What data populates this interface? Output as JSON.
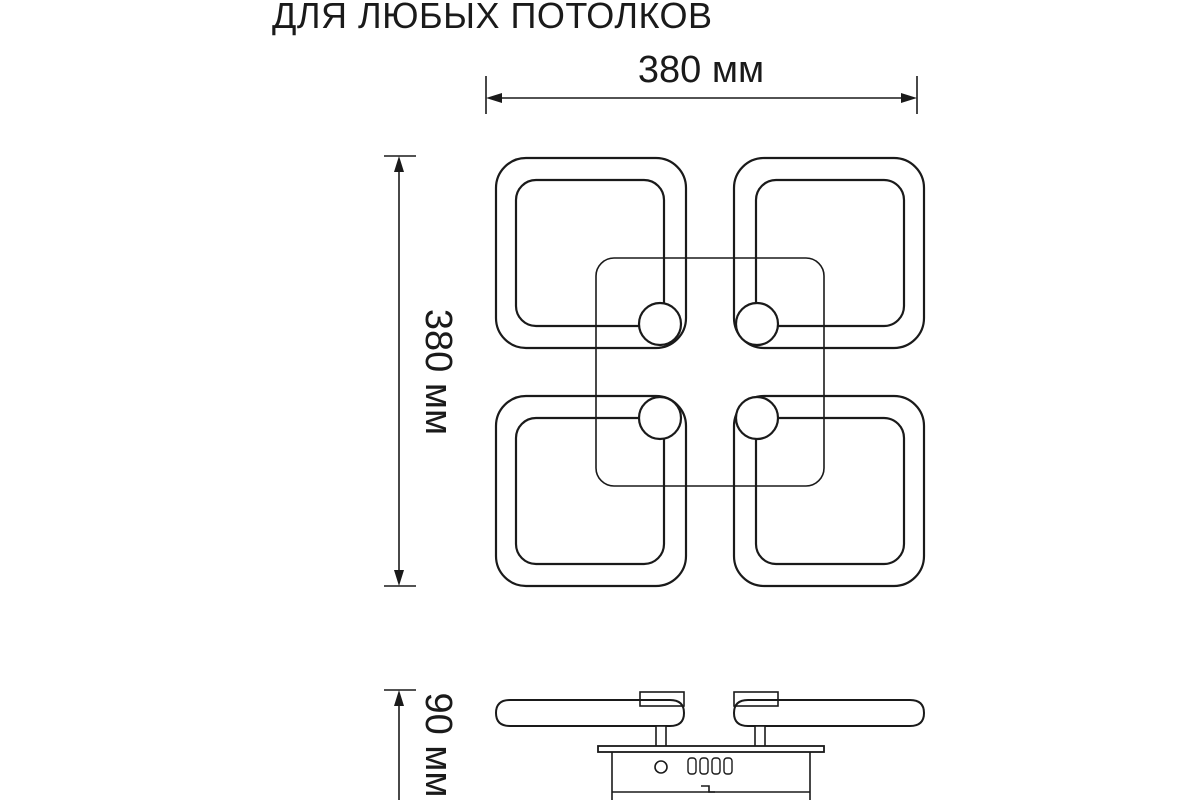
{
  "heading": {
    "text": "ДЛЯ ЛЮБЫХ ПОТОЛКОВ"
  },
  "dimensions": {
    "width_label": "380 мм",
    "height_label": "380 мм",
    "depth_label": "90 мм"
  },
  "colors": {
    "line": "#1a1a1a",
    "background": "#ffffff"
  }
}
